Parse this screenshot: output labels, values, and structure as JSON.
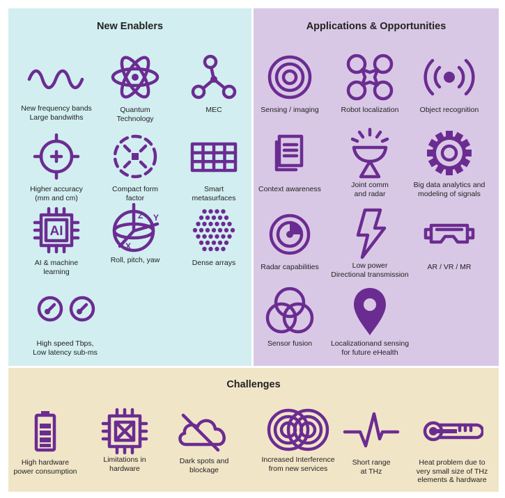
{
  "colors": {
    "enablers_bg": "#d2eef1",
    "apps_bg": "#d9c8e5",
    "challenges_bg": "#f1e5c8",
    "icon": "#6b2c91"
  },
  "enablers": {
    "title": "New Enablers",
    "items": [
      {
        "icon": "wave-icon",
        "label": "New frequency bands\nLarge bandwiths"
      },
      {
        "icon": "atom-icon",
        "label": "Quantum\nTechnology"
      },
      {
        "icon": "network-nodes-icon",
        "label": "MEC"
      },
      {
        "icon": "crosshair-icon",
        "label": "Higher accuracy\n(mm and cm)"
      },
      {
        "icon": "compact-circle-icon",
        "label": "Compact form\nfactor"
      },
      {
        "icon": "grid-panel-icon",
        "label": "Smart\nmetasurfaces"
      },
      {
        "icon": "ai-chip-icon",
        "label": "AI & machine\nlearning"
      },
      {
        "icon": "xyz-axes-icon",
        "label": "Roll, pitch, yaw",
        "axis_letters": [
          "Z",
          "Y",
          "X"
        ]
      },
      {
        "icon": "dot-array-icon",
        "label": "Dense arrays"
      },
      {
        "icon": "gauges-icon",
        "label": "High speed Tbps,\nLow latency sub-ms"
      }
    ]
  },
  "applications": {
    "title": "Applications & Opportunities",
    "items": [
      {
        "icon": "target-rings-icon",
        "label": "Sensing / imaging"
      },
      {
        "icon": "drone-icon",
        "label": "Robot localization"
      },
      {
        "icon": "broadcast-icon",
        "label": "Object recognition"
      },
      {
        "icon": "documents-icon",
        "label": "Context awareness"
      },
      {
        "icon": "dish-antenna-icon",
        "label": "Joint comm\nand radar"
      },
      {
        "icon": "gear-icon",
        "label": "Big data analytics and\nmodeling of signals"
      },
      {
        "icon": "radar-icon",
        "label": "Radar capabilities"
      },
      {
        "icon": "lightning-icon",
        "label": "Low power\nDirectional transmission"
      },
      {
        "icon": "vr-headset-icon",
        "label": "AR / VR / MR"
      },
      {
        "icon": "venn-icon",
        "label": "Sensor fusion"
      },
      {
        "icon": "map-pin-icon",
        "label": "Localizationand sensing\nfor future eHealth"
      }
    ]
  },
  "challenges": {
    "title": "Challenges",
    "items": [
      {
        "icon": "battery-icon",
        "label": "High hardware\npower consumption"
      },
      {
        "icon": "chip-cross-icon",
        "label": "Limitations in\nhardware"
      },
      {
        "icon": "cloud-off-icon",
        "label": "Dark spots and\nblockage"
      },
      {
        "icon": "interference-rings-icon",
        "label": "Increased Interference\nfrom new services"
      },
      {
        "icon": "pulse-icon",
        "label": "Short range\nat THz"
      },
      {
        "icon": "thermometer-icon",
        "label": "Heat problem due to\nvery small size of THz\nelements & hardware"
      }
    ]
  }
}
